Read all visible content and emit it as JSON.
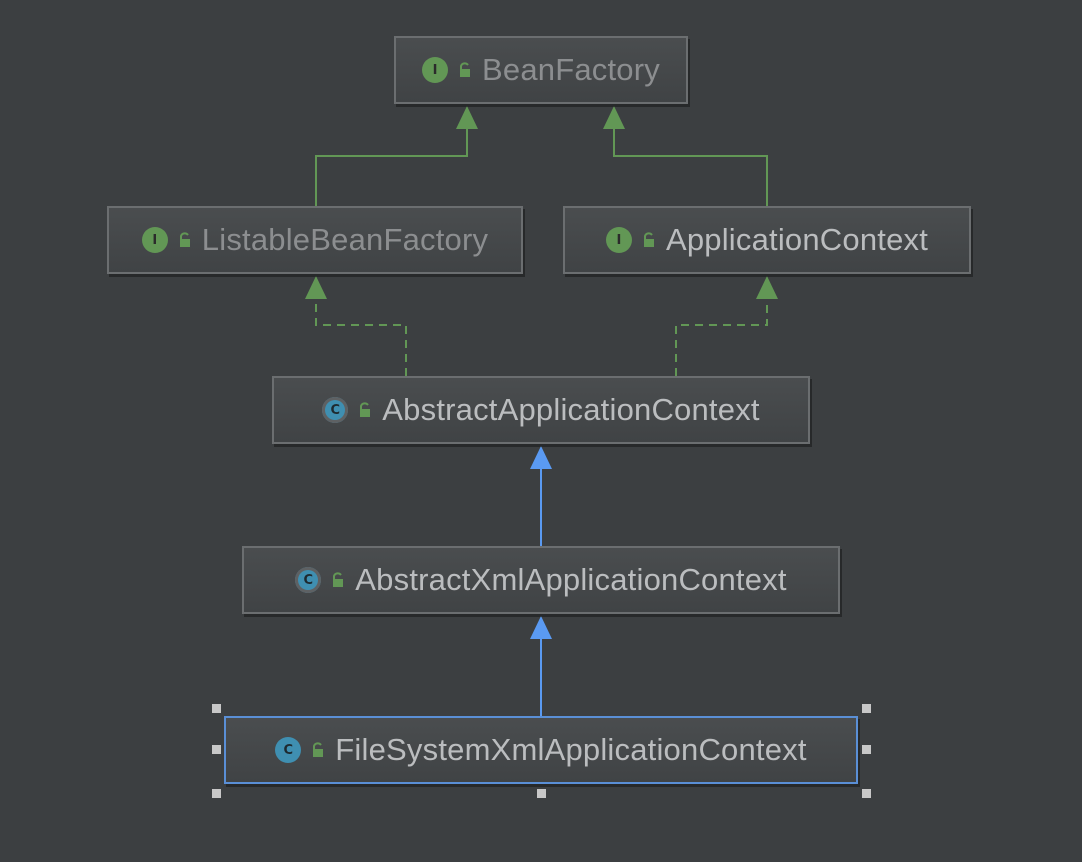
{
  "nodes": [
    {
      "label": "BeanFactory",
      "kind": "I",
      "badge_icon": "interface-icon"
    },
    {
      "label": "ListableBeanFactory",
      "kind": "I",
      "badge_icon": "interface-icon"
    },
    {
      "label": "ApplicationContext",
      "kind": "I",
      "badge_icon": "interface-icon"
    },
    {
      "label": "AbstractApplicationContext",
      "kind": "C",
      "badge_icon": "abstract-class-icon"
    },
    {
      "label": "AbstractXmlApplicationContext",
      "kind": "C",
      "badge_icon": "abstract-class-icon"
    },
    {
      "label": "FileSystemXmlApplicationContext",
      "kind": "C",
      "badge_icon": "class-icon",
      "selected": true
    }
  ],
  "edges": [
    {
      "from": "ListableBeanFactory",
      "to": "BeanFactory",
      "type": "extends"
    },
    {
      "from": "ApplicationContext",
      "to": "BeanFactory",
      "type": "extends"
    },
    {
      "from": "AbstractApplicationContext",
      "to": "ListableBeanFactory",
      "type": "implements"
    },
    {
      "from": "AbstractApplicationContext",
      "to": "ApplicationContext",
      "type": "implements"
    },
    {
      "from": "AbstractXmlApplicationContext",
      "to": "AbstractApplicationContext",
      "type": "extends-class"
    },
    {
      "from": "FileSystemXmlApplicationContext",
      "to": "AbstractXmlApplicationContext",
      "type": "extends-class"
    }
  ],
  "colors": {
    "background": "#3c3f41",
    "interface_edge": "#629755",
    "class_edge": "#5a9af2",
    "selection": "#5a8fd6"
  }
}
